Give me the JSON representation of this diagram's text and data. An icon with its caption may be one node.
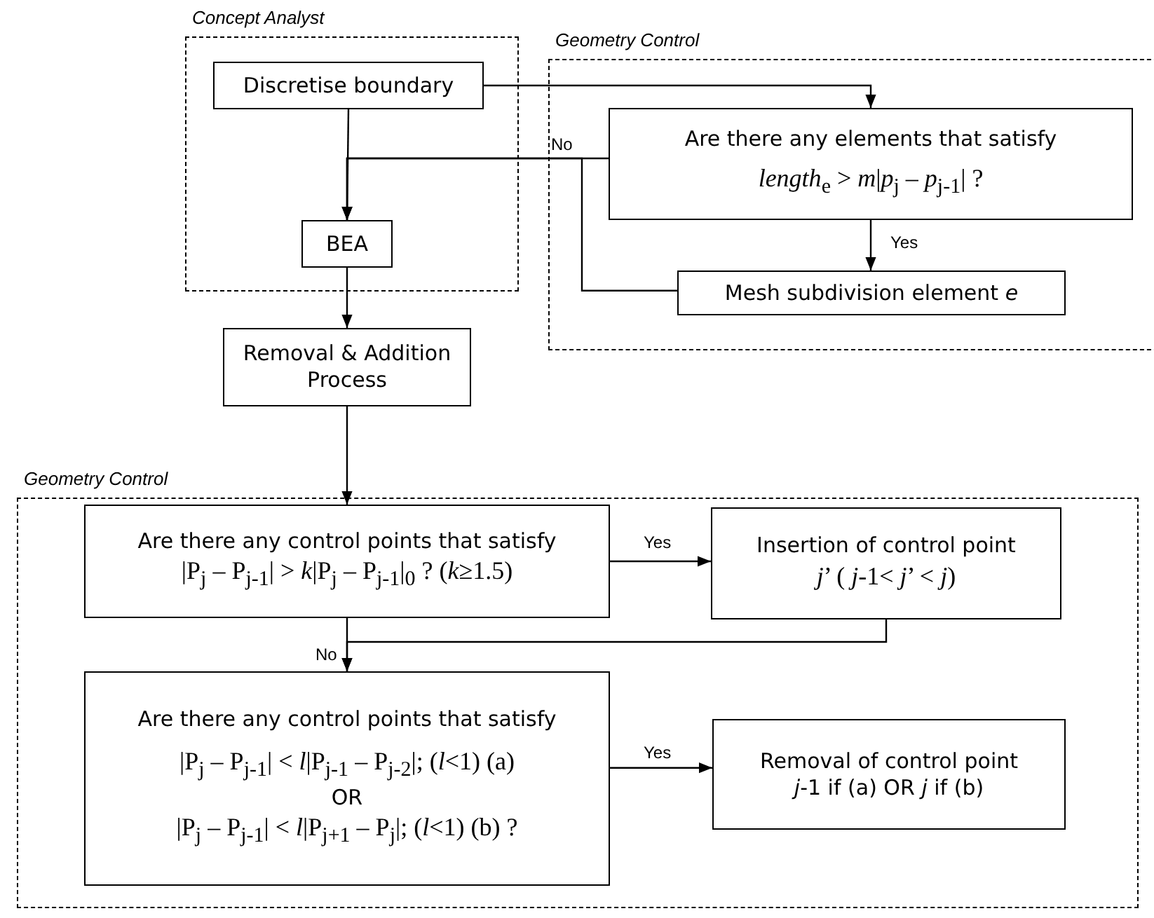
{
  "diagram": {
    "nodes": [
      {
        "text": [
          "Concept Analyst"
        ]
      },
      {
        "text": [
          "Discretise boundary"
        ],
        "in": 0
      },
      {
        "text": [
          "BEA"
        ],
        "in": 0
      },
      {
        "text": [
          "Geometry Control"
        ]
      },
      {
        "text": [
          "Are there any elements that satisfy",
          "*length*$_{e}$ > *m*|*p*$_{j}$ – *p*$_{j-1}$| ?"
        ],
        "in": 3
      },
      {
        "text": [
          "Mesh subdivision element *e*"
        ],
        "in": 3
      },
      {
        "text": [
          "Removal & Addition Process"
        ]
      },
      {
        "text": [
          "Geometry Control"
        ]
      },
      {
        "text": [
          "Are there any control points that satisfy",
          "|P$_{j}$ – P$_{j-1}$| > *k*|P$_{j}$ – P$_{j-1}$|$_{0}$ ? (*k*≥1.5)"
        ],
        "in": 7
      },
      {
        "text": [
          "Insertion of control point",
          "*j*’ ( *j*-1< *j*’ < *j*)"
        ],
        "in": 7
      },
      {
        "text": [
          "Are there any control points that satisfy",
          "|P$_{j}$ – P$_{j-1}$| < *l*|P$_{j-1}$ – P$_{j-2}$|; (*l*<1) (a)",
          "OR",
          "|P$_{j}$ – P$_{j-1}$| < *l*|P$_{j+1}$ – P$_{j}$|; (*l*<1)   (b) ?"
        ],
        "in": 7
      },
      {
        "text": [
          "Removal of control point",
          "*j*-1 if (a) OR *j* if (b)"
        ],
        "in": 7
      }
    ],
    "edges": [
      {
        "from": 1,
        "to": 4,
        "arrow": "to"
      },
      {
        "from": 1,
        "to": 2,
        "arrow": "to"
      },
      {
        "from": 4,
        "to": 2,
        "arrow": "to",
        "label": "No"
      },
      {
        "from": 4,
        "to": 5,
        "arrow": "to",
        "label": "Yes"
      },
      {
        "from": 5,
        "to": 2,
        "arrow": "to"
      },
      {
        "from": 2,
        "to": 6,
        "arrow": "to"
      },
      {
        "from": 6,
        "to": 8,
        "arrow": "to"
      },
      {
        "from": 8,
        "to": 9,
        "arrow": "to",
        "label": "Yes"
      },
      {
        "from": 9,
        "to": 10,
        "arrow": "to"
      },
      {
        "from": 8,
        "to": 10,
        "arrow": "to",
        "label": "No"
      },
      {
        "from": 10,
        "to": 11,
        "arrow": "to",
        "label": "Yes"
      }
    ]
  }
}
